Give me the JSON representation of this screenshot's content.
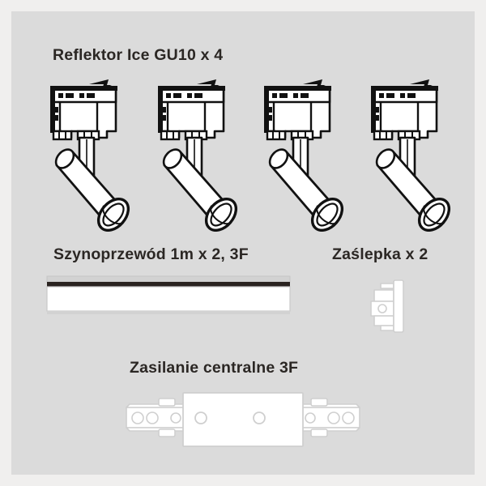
{
  "page": {
    "background_color": "#f0efee",
    "panel_color": "#dbdbdb",
    "text_color": "#2b2724",
    "line_color": "#111111",
    "part_outline_color": "#c9c9c9",
    "part_fill_color": "#ffffff"
  },
  "sections": {
    "spotlights": {
      "heading": "Reflektor Ice GU10 x 4",
      "quantity": 4,
      "item_name": "track-spotlight"
    },
    "track": {
      "heading": "Szynoprzewód 1m x 2, 3F",
      "quantity": 2,
      "item_name": "track-rail-1m-3f"
    },
    "endcap": {
      "heading": "Zaślepka x 2",
      "quantity": 2,
      "item_name": "track-end-cap"
    },
    "feed": {
      "heading": "Zasilanie centralne 3F",
      "quantity": 1,
      "item_name": "central-power-feed-3f"
    }
  }
}
